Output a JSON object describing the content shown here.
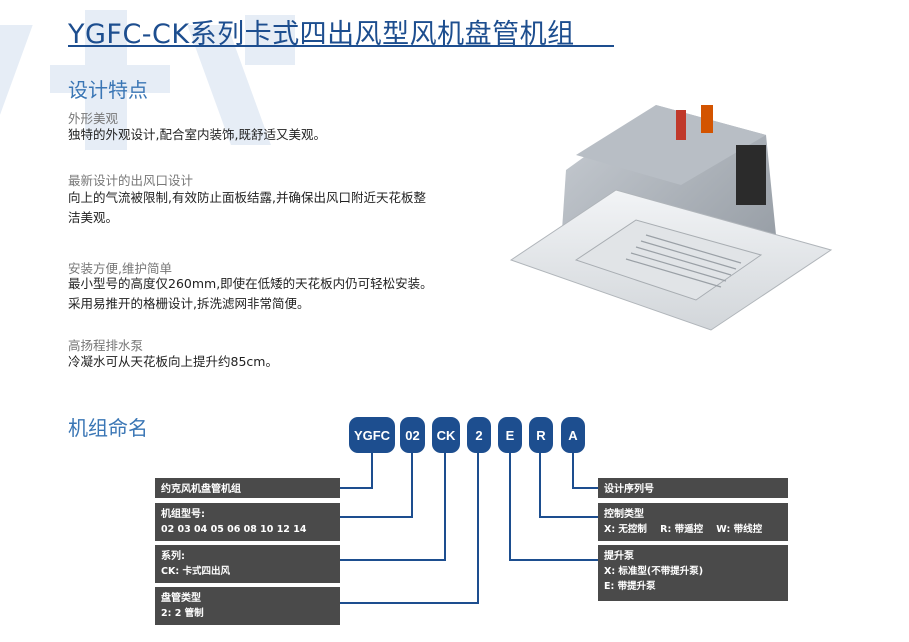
{
  "title": "YGFC-CK系列卡式四出风型风机盘管机组",
  "section_features": "设计特点",
  "features": [
    {
      "heading": "外形美观",
      "lines": [
        "独特的外观设计,配合室内装饰,既舒适又美观。"
      ]
    },
    {
      "heading": "最新设计的出风口设计",
      "lines": [
        "向上的气流被限制,有效防止面板结露,并确保出风口附近天花板整",
        "洁美观。"
      ]
    },
    {
      "heading": "安装方便,维护简单",
      "lines": [
        "最小型号的高度仅260mm,即使在低矮的天花板内仍可轻松安装。",
        "采用易推开的格栅设计,拆洗滤网非常简便。"
      ]
    },
    {
      "heading": "高扬程排水泵",
      "lines": [
        "冷凝水可从天花板向上提升约85cm。"
      ]
    }
  ],
  "section_naming": "机组命名",
  "code_parts": [
    "YGFC",
    "02",
    "CK",
    "2",
    "E",
    "R",
    "A"
  ],
  "left_labels": [
    {
      "title": "约克风机盘管机组",
      "lines": []
    },
    {
      "title": "机组型号:",
      "lines": [
        "02 03 04 05 06 08 10 12 14"
      ]
    },
    {
      "title": "系列:",
      "lines": [
        "CK: 卡式四出风"
      ]
    },
    {
      "title": "盘管类型",
      "lines": [
        "2: 2 管制"
      ]
    }
  ],
  "right_labels": [
    {
      "title": "设计序列号",
      "lines": []
    },
    {
      "title": "控制类型",
      "lines": [
        "X: 无控制    R: 带遥控    W: 带线控"
      ]
    },
    {
      "title": "提升泵",
      "lines": [
        "X: 标准型(不带提升泵)",
        "E: 带提升泵"
      ]
    }
  ],
  "colors": {
    "brand_blue": "#1d4e8f",
    "heading_blue": "#3a76b5",
    "label_gray": "#4a4a4a"
  }
}
